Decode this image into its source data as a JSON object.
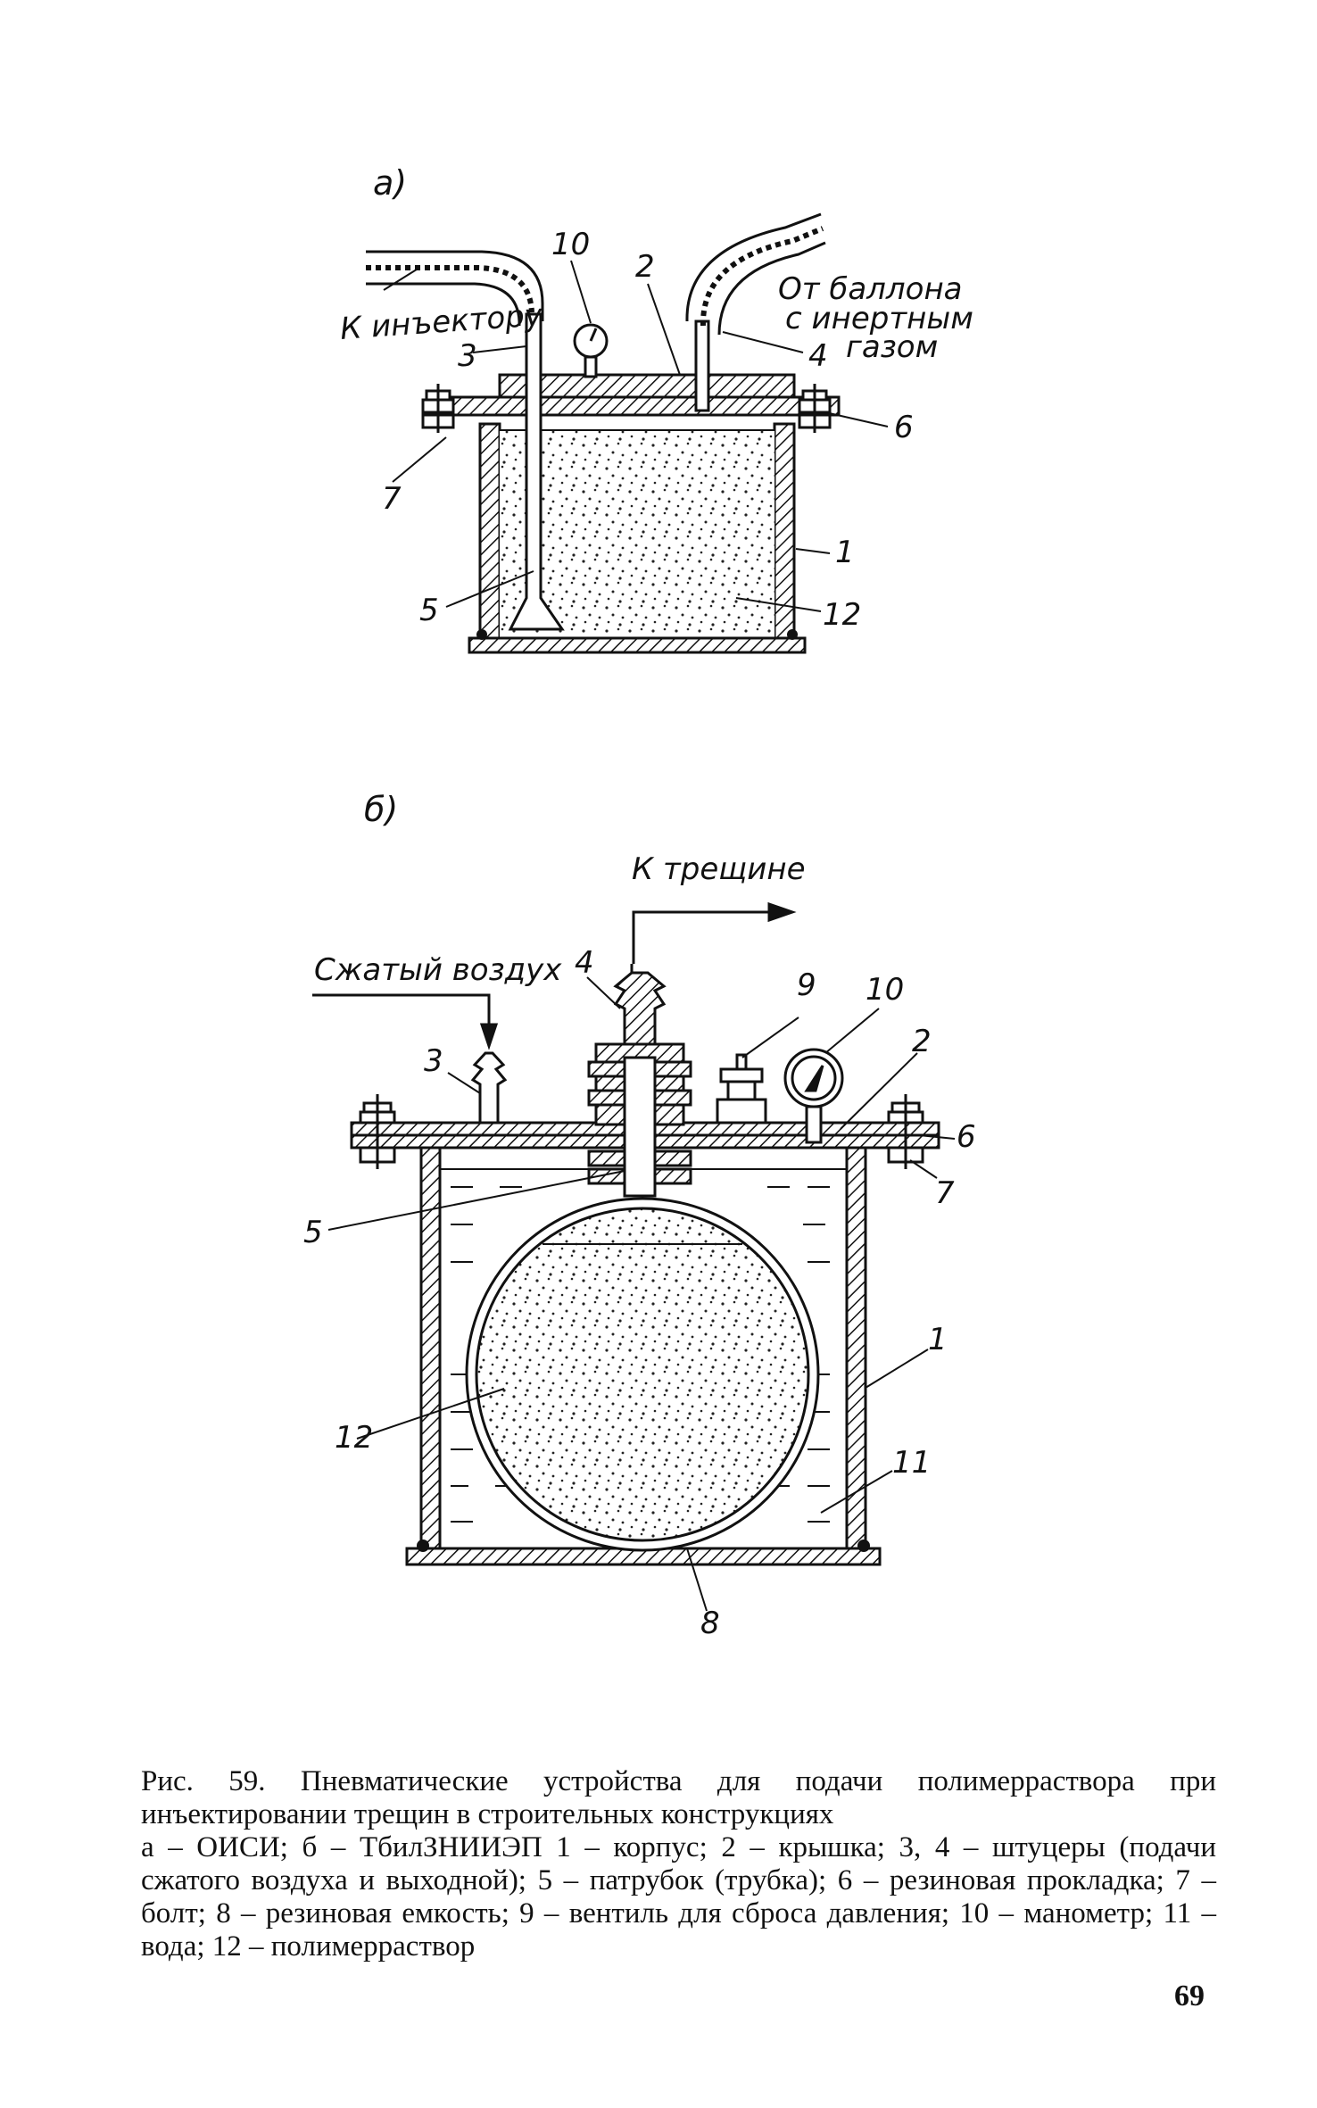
{
  "figure_a": {
    "panel_label": "a)",
    "text_to_injector": "К инъектору",
    "text_from_cylinder": [
      "От баллона",
      "с инертным",
      "газом"
    ],
    "callouts": [
      "10",
      "2",
      "3",
      "4",
      "6",
      "7",
      "1",
      "5",
      "12"
    ]
  },
  "figure_b": {
    "panel_label": "б)",
    "text_to_crack": "К трещине",
    "text_compressed_air": "Сжатый воздух",
    "callouts": [
      "4",
      "9",
      "10",
      "2",
      "3",
      "6",
      "7",
      "5",
      "1",
      "12",
      "11",
      "8"
    ]
  },
  "caption": {
    "title": "Рис. 59. Пневматические устройства для подачи полимерраствора при инъектировании трещин в строительных конструкциях",
    "legend": "а – ОИСИ; б – ТбилЗНИИЭП 1 – корпус; 2 – крышка; 3, 4 – штуцеры (подачи сжатого воздуха и выходной); 5 – патрубок (трубка); 6 – резиновая прокладка; 7 – болт; 8 – резиновая емкость; 9 – вентиль для сброса давления; 10 – манометр; 11 – вода; 12 – полимерраствор"
  },
  "page_number": "69"
}
